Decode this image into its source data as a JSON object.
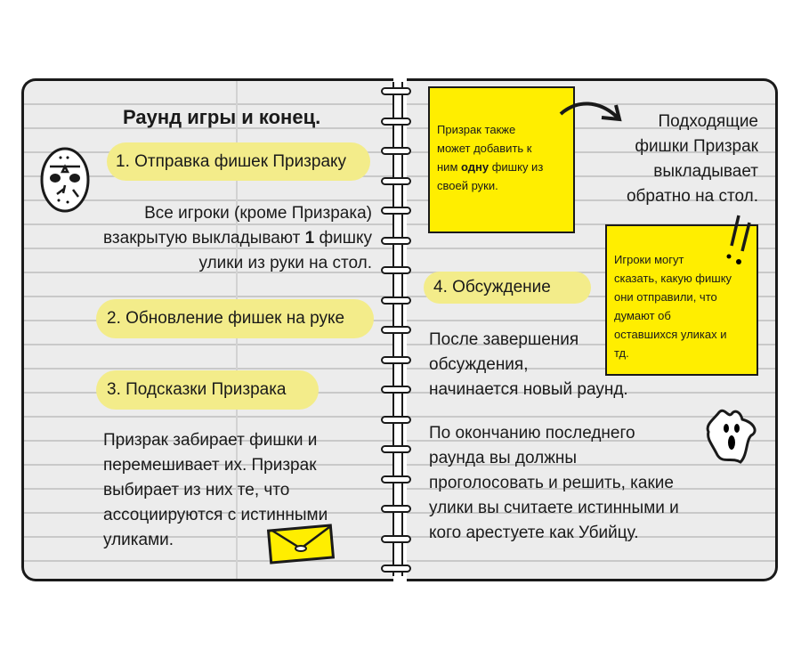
{
  "left": {
    "title": "Раунд игры и конец.",
    "step1": "1. Отправка фишек Призраку",
    "step1_text": [
      "Все игроки (кроме Призрака)",
      "взакрытую выкладывают ",
      "1",
      " фишку",
      "улики из руки на стол."
    ],
    "step2": "2. Обновление фишек на руке",
    "step3": "3. Подсказки Призрака",
    "step3_text": [
      "Призрак забирает фишки и",
      "перемешивает их. Призрак",
      "выбирает из них те, что",
      "ассоциируются с истинными",
      "уликами."
    ]
  },
  "right": {
    "sticky1": [
      "Призрак также",
      "может добавить к",
      "ним ",
      "одну",
      " фишку из",
      "своей руки."
    ],
    "returned_text": [
      "Подходящие",
      "фишки Призрак",
      "выкладывает",
      "обратно на стол."
    ],
    "sticky2": [
      "Игроки могут",
      "сказать, какую фишку",
      "они отправили, что",
      "думают об",
      "оставшихся уликах и",
      "тд."
    ],
    "step4": "4. Обсуждение",
    "step4_text": [
      "После завершения",
      "обсуждения,",
      "начинается новый раунд."
    ],
    "final_text": [
      "По окончанию последнего",
      "раунда вы должны",
      "проголосовать и решить, какие",
      "улики вы считаете истинными и",
      "кого арестуете как Убийцу."
    ]
  },
  "colors": {
    "highlight": "#f3ec8a",
    "sticky": "#ffee00",
    "paper": "#ececec"
  }
}
